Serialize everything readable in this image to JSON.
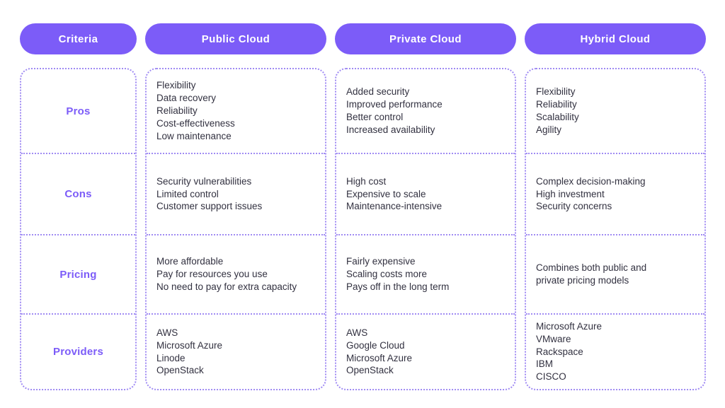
{
  "palette": {
    "accent": "#7c5cf8",
    "header_text": "#ffffff",
    "body_text": "#323140",
    "dotted_border": "#a08bf3"
  },
  "criteria": {
    "header": "Criteria",
    "labels": [
      "Pros",
      "Cons",
      "Pricing",
      "Providers"
    ]
  },
  "public": {
    "header": "Public Cloud",
    "pros": [
      "Flexibility",
      "Data recovery",
      "Reliability",
      "Cost-effectiveness",
      "Low maintenance"
    ],
    "cons": [
      "Security vulnerabilities",
      "Limited control",
      "Customer support issues"
    ],
    "pricing": [
      "More affordable",
      "Pay for resources you use",
      "No need to pay for extra capacity"
    ],
    "providers": [
      "AWS",
      "Microsoft Azure",
      "Linode",
      "OpenStack"
    ]
  },
  "private": {
    "header": "Private Cloud",
    "pros": [
      "Added security",
      "Improved performance",
      "Better control",
      "Increased availability"
    ],
    "cons": [
      "High cost",
      "Expensive to scale",
      "Maintenance-intensive"
    ],
    "pricing": [
      "Fairly expensive",
      "Scaling costs more",
      "Pays off in the long term"
    ],
    "providers": [
      "AWS",
      "Google Cloud",
      "Microsoft Azure",
      "OpenStack"
    ]
  },
  "hybrid": {
    "header": "Hybrid Cloud",
    "pros": [
      "Flexibility",
      "Reliability",
      "Scalability",
      "Agility"
    ],
    "cons": [
      "Complex decision-making",
      "High investment",
      "Security concerns"
    ],
    "pricing": [
      "Combines both public and private pricing models"
    ],
    "providers": [
      "Microsoft Azure",
      "VMware",
      "Rackspace",
      "IBM",
      "CISCO"
    ]
  }
}
